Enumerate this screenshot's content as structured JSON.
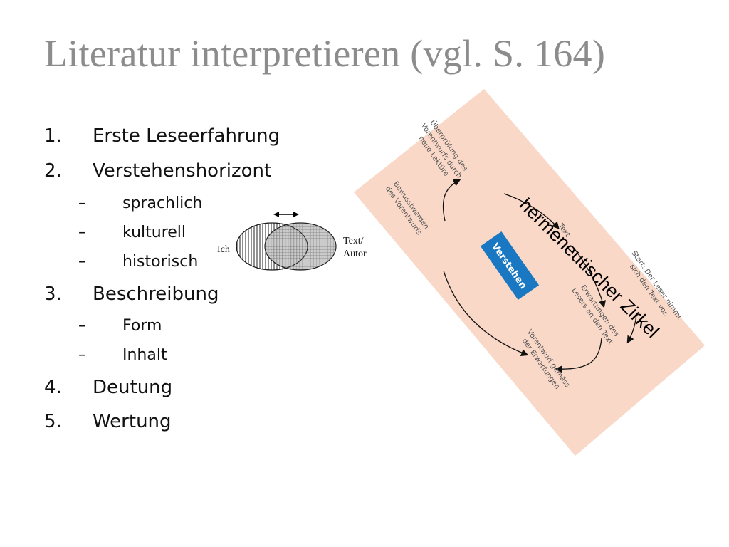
{
  "slide": {
    "title": "Literatur interpretieren (vgl. S. 164)",
    "steps": [
      {
        "num": "1.",
        "label": "Erste Leseerfahrung"
      },
      {
        "num": "2.",
        "label": "Verstehenshorizont"
      },
      {
        "num": "3.",
        "label": "Beschreibung"
      },
      {
        "num": "4.",
        "label": "Deutung"
      },
      {
        "num": "5.",
        "label": "Wertung"
      }
    ],
    "horizont_sub": [
      "sprachlich",
      "kulturell",
      "historisch"
    ],
    "beschreibung_sub": [
      "Form",
      "Inhalt"
    ],
    "dash": "–"
  },
  "venn": {
    "left_label": "Ich",
    "right_label_line1": "Text/",
    "right_label_line2": "Autor"
  },
  "zirkel": {
    "label": "hermeneutischer Zirkel",
    "center": "Verstehen",
    "nodes": {
      "ueberpruefung": [
        "Überprüfung des",
        "Vorentwurfs durch",
        "neue Lektüre"
      ],
      "bewusstwerden": [
        "Bewusstwerden",
        "des Vorentwurfs"
      ],
      "text": [
        "Text"
      ],
      "start": [
        "Start: Der Leser nimmt",
        "sich den Text vor."
      ],
      "erwartungen": [
        "Erwartungen des",
        "Lesers an den Text"
      ],
      "vorentwurf": [
        "Vorentwurf gemäss",
        "der Erwartungen"
      ]
    },
    "colors": {
      "background": "#f9d8c8",
      "center_box": "#1a78c2",
      "text": "#555555"
    }
  }
}
